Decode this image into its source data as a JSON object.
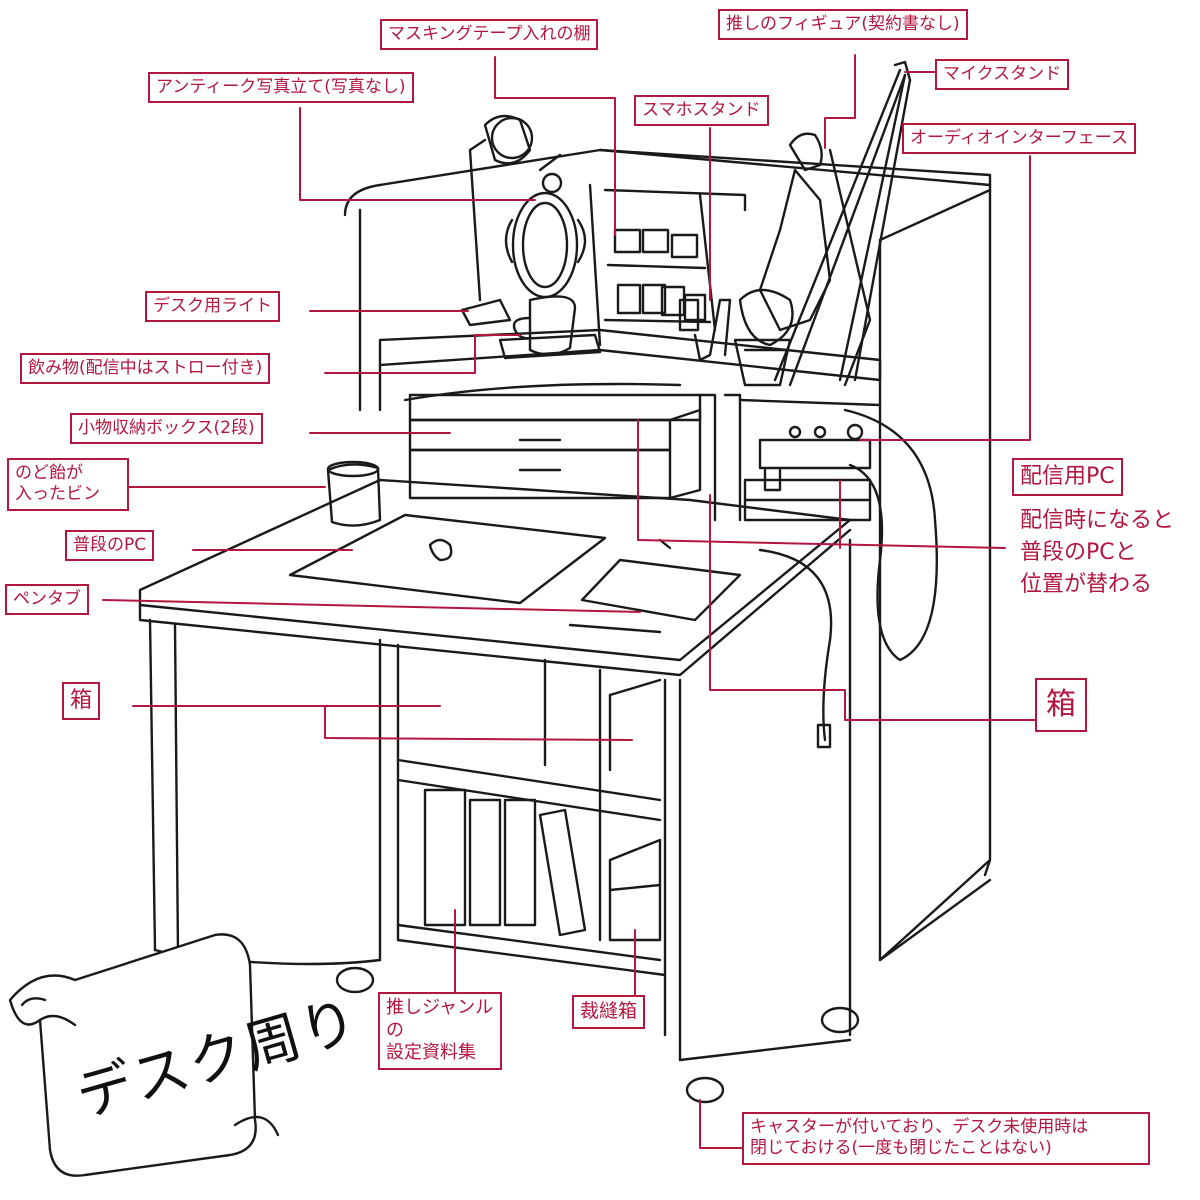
{
  "title": "デスク周り",
  "labels": {
    "masking_tape": "マスキングテープ入れの棚",
    "oshi_figure": "推しのフィギュア(契約書なし)",
    "antique_frame": "アンティーク写真立て(写真なし)",
    "mic_stand": "マイクスタンド",
    "phone_stand": "スマホスタンド",
    "audio_interface": "オーディオインターフェース",
    "desk_light": "デスク用ライト",
    "drink": "飲み物(配信中はストロー付き)",
    "storage_box": "小物収納ボックス(2段)",
    "candy_jar_line1": "のど飴が",
    "candy_jar_line2": "入ったビン",
    "regular_pc": "普段のPC",
    "pen_tab": "ペンタブ",
    "box_left": "箱",
    "box_right": "箱",
    "stream_pc": "配信用PC",
    "stream_pc_note_1": "配信時になると",
    "stream_pc_note_2": "普段のPCと",
    "stream_pc_note_3": "位置が替わる",
    "reference_books_line1": "推しジャンルの",
    "reference_books_line2": "設定資料集",
    "sewing_box": "裁縫箱",
    "caster_line1": "キャスターが付いており、デスク未使用時は",
    "caster_line2": "閉じておける(一度も閉じたことはない)"
  },
  "colors": {
    "annotation": "#b3163f",
    "sketch": "#1a1a1a",
    "background": "#ffffff"
  }
}
